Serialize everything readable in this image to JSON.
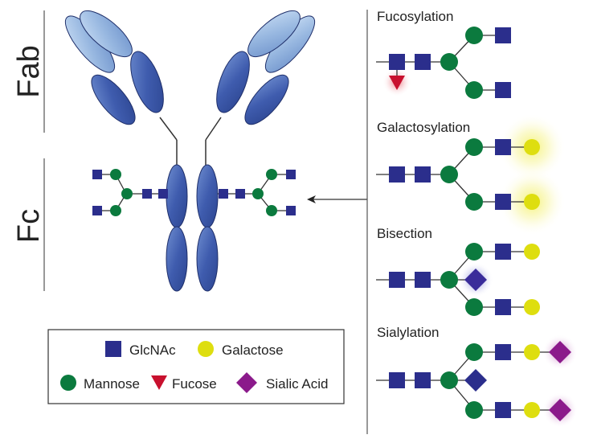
{
  "labels": {
    "fab": "Fab",
    "fc": "Fc"
  },
  "panels": [
    {
      "title": "Fucosylation"
    },
    {
      "title": "Galactosylation"
    },
    {
      "title": "Bisection"
    },
    {
      "title": "Sialylation"
    }
  ],
  "legend": {
    "items": [
      {
        "label": "GlcNAc",
        "icon": "glcnac-square-icon"
      },
      {
        "label": "Galactose",
        "icon": "galactose-circle-icon"
      },
      {
        "label": "Mannose",
        "icon": "mannose-circle-icon"
      },
      {
        "label": "Fucose",
        "icon": "fucose-triangle-icon"
      },
      {
        "label": "Sialic Acid",
        "icon": "sialic-acid-diamond-icon"
      }
    ]
  },
  "colors": {
    "glcnac": "#2b2e8c",
    "mannose": "#0b7a3e",
    "galactose": "#dede0f",
    "fucose": "#c8102e",
    "sialic": "#8b1a8b",
    "antibody_dark": "#3d57a8",
    "antibody_light": "#93b3df",
    "line": "#444444"
  }
}
